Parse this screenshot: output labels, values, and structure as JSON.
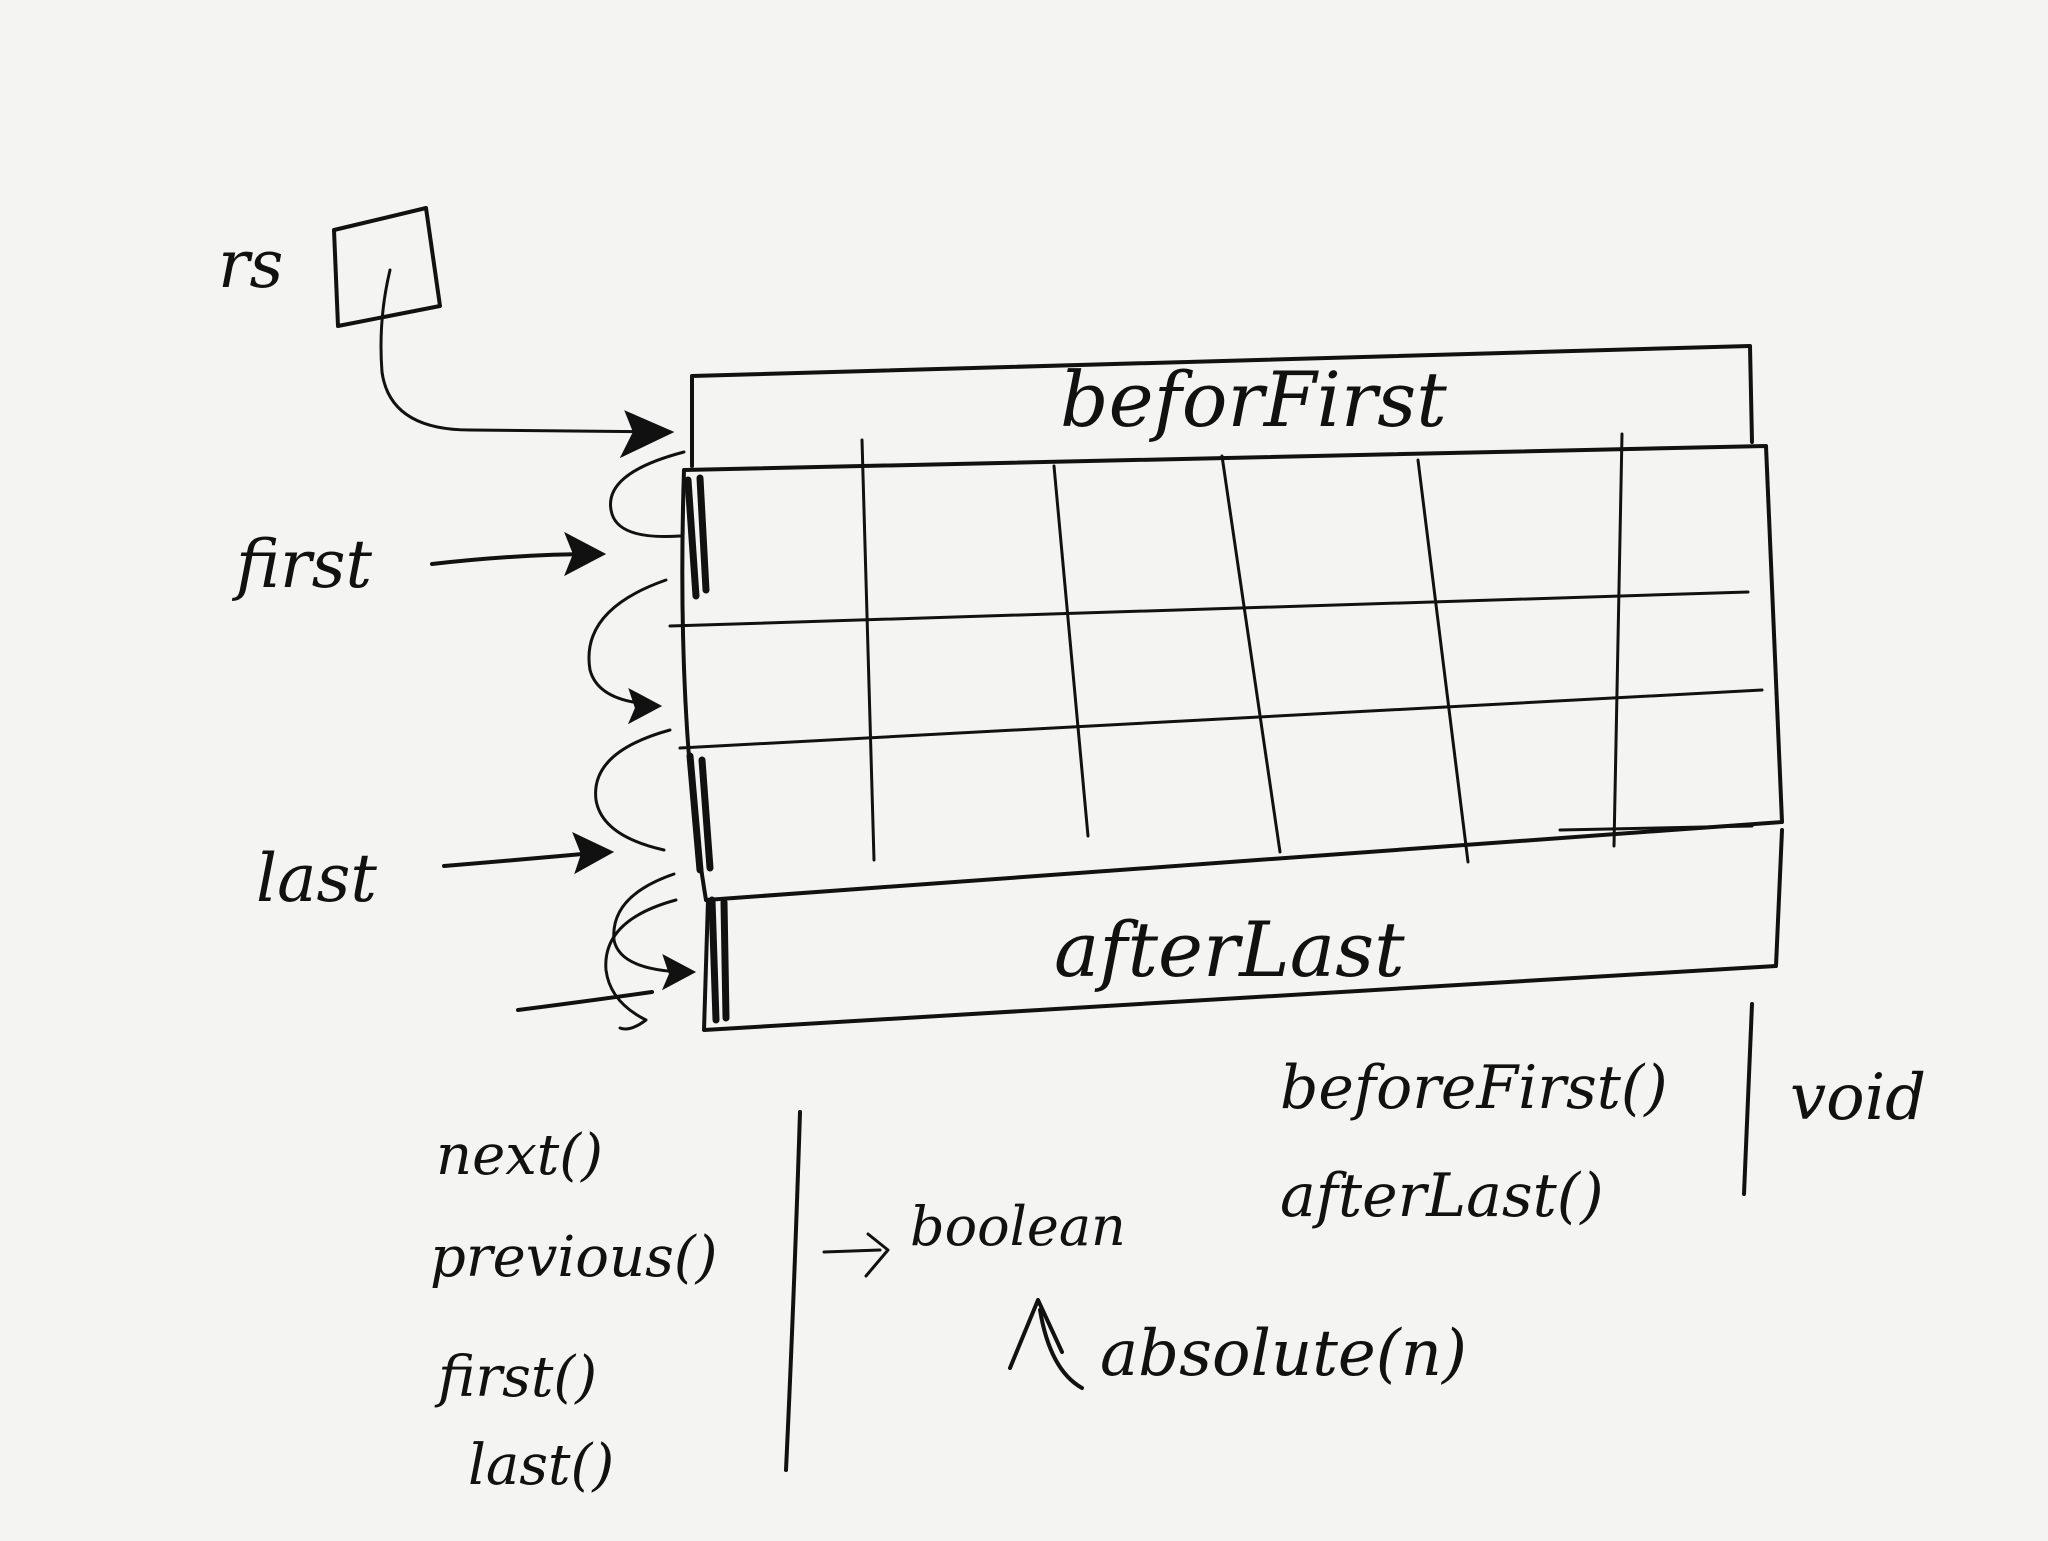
{
  "pointers": {
    "rs": "rs",
    "first": "first",
    "last": "last"
  },
  "result_set": {
    "before_first_label": "beforFirst",
    "after_last_label": "afterLast"
  },
  "methods": {
    "boolean_group": [
      "next()",
      "previous()",
      "first()",
      "last()"
    ],
    "boolean_return": "boolean",
    "void_group": [
      "beforeFirst()",
      "afterLast()"
    ],
    "void_return": "void",
    "absolute": "absolute(n)"
  }
}
